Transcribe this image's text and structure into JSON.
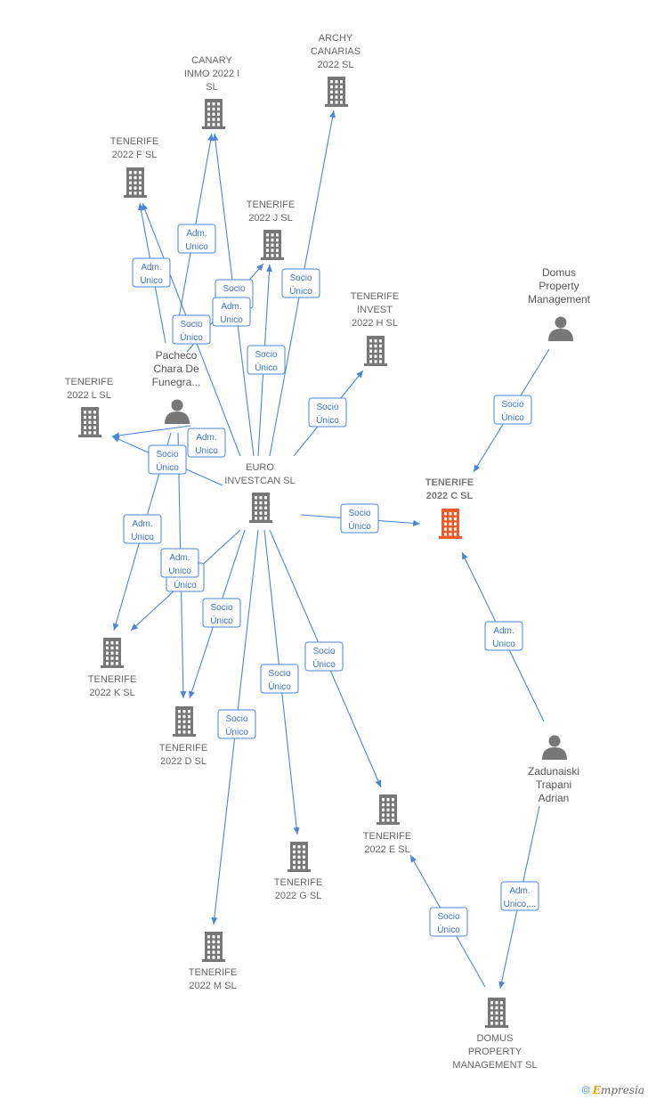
{
  "colors": {
    "edge": "#4a86d8",
    "node": "#777777",
    "highlight": "#f05a28"
  },
  "nodes": {
    "archy": {
      "type": "company",
      "lines": [
        "ARCHY",
        "CANARIAS",
        "2022  SL"
      ]
    },
    "canary": {
      "type": "company",
      "lines": [
        "CANARY",
        "INMO 2022 I",
        "SL"
      ]
    },
    "tf": {
      "type": "company",
      "lines": [
        "TENERIFE",
        "2022 F  SL"
      ]
    },
    "tj": {
      "type": "company",
      "lines": [
        "TENERIFE",
        "2022 J  SL"
      ]
    },
    "th": {
      "type": "company",
      "lines": [
        "TENERIFE",
        "INVEST",
        "2022 H  SL"
      ]
    },
    "domusp": {
      "type": "person",
      "lines": [
        "Domus",
        "Property",
        "Management"
      ]
    },
    "pacheco": {
      "type": "person",
      "lines": [
        "Pacheco",
        "Chara De",
        "Funegra..."
      ]
    },
    "tl": {
      "type": "company",
      "lines": [
        "TENERIFE",
        "2022 L  SL"
      ]
    },
    "euro": {
      "type": "company",
      "lines": [
        "EURO",
        "INVESTCAN  SL"
      ]
    },
    "tc": {
      "type": "company",
      "highlight": true,
      "lines": [
        "TENERIFE",
        "2022 C  SL"
      ]
    },
    "tk": {
      "type": "company",
      "lines": [
        "TENERIFE",
        "2022 K  SL"
      ]
    },
    "td": {
      "type": "company",
      "lines": [
        "TENERIFE",
        "2022 D  SL"
      ]
    },
    "zadunaiski": {
      "type": "person",
      "lines": [
        "Zadunaiski",
        "Trapani",
        "Adrian"
      ]
    },
    "te": {
      "type": "company",
      "lines": [
        "TENERIFE",
        "2022 E  SL"
      ]
    },
    "tg": {
      "type": "company",
      "lines": [
        "TENERIFE",
        "2022 G  SL"
      ]
    },
    "tm": {
      "type": "company",
      "lines": [
        "TENERIFE",
        "2022 M  SL"
      ]
    },
    "domussl": {
      "type": "company",
      "lines": [
        "DOMUS",
        "PROPERTY",
        "MANAGEMENT SL"
      ]
    }
  },
  "edges": [
    {
      "from": "euro",
      "to": "archy",
      "label": [
        "Socio",
        "Único"
      ]
    },
    {
      "from": "euro",
      "to": "canary",
      "label": [
        "Socio",
        "Único"
      ]
    },
    {
      "from": "pacheco",
      "to": "canary",
      "label": [
        "Adm.",
        "Unico"
      ]
    },
    {
      "from": "pacheco",
      "to": "tf",
      "label": [
        "Adm.",
        "Unico"
      ]
    },
    {
      "from": "euro",
      "to": "tf",
      "label": [
        "Socio",
        "Único"
      ]
    },
    {
      "from": "euro",
      "to": "tj",
      "label": [
        "Socio",
        "Único"
      ]
    },
    {
      "from": "pacheco",
      "to": "tj",
      "label": [
        "Adm.",
        "Unico"
      ]
    },
    {
      "from": "euro",
      "to": "th",
      "label": [
        "Socio",
        "Único"
      ]
    },
    {
      "from": "domusp",
      "to": "tc",
      "label": [
        "Socio",
        "Único"
      ]
    },
    {
      "from": "euro",
      "to": "tc",
      "label": [
        "Socio",
        "Único"
      ]
    },
    {
      "from": "zadunaiski",
      "to": "tc",
      "label": [
        "Adm.",
        "Unico"
      ]
    },
    {
      "from": "euro",
      "to": "tl",
      "label": [
        "Socio",
        "Único"
      ]
    },
    {
      "from": "pacheco",
      "to": "tl",
      "label": [
        "Adm.",
        "Unico"
      ]
    },
    {
      "from": "pacheco",
      "to": "tk",
      "label": [
        "Adm.",
        "Unico"
      ]
    },
    {
      "from": "euro",
      "to": "tk",
      "label": [
        "Socio",
        "Único"
      ]
    },
    {
      "from": "pacheco",
      "to": "td",
      "label": [
        "Adm.",
        "Unico"
      ]
    },
    {
      "from": "euro",
      "to": "td",
      "label": [
        "Socio",
        "Único"
      ]
    },
    {
      "from": "euro",
      "to": "te",
      "label": [
        "Socio",
        "Único"
      ]
    },
    {
      "from": "domussl",
      "to": "te",
      "label": [
        "Socio",
        "Único"
      ]
    },
    {
      "from": "euro",
      "to": "tg",
      "label": [
        "Socio",
        "Único"
      ]
    },
    {
      "from": "euro",
      "to": "tm",
      "label": [
        "Socio",
        "Único"
      ]
    },
    {
      "from": "zadunaiski",
      "to": "domussl",
      "label": [
        "Adm.",
        "Unico,..."
      ]
    }
  ],
  "footer": {
    "copyright": "©",
    "brand_initial": "E",
    "brand_rest": "mpresia"
  }
}
